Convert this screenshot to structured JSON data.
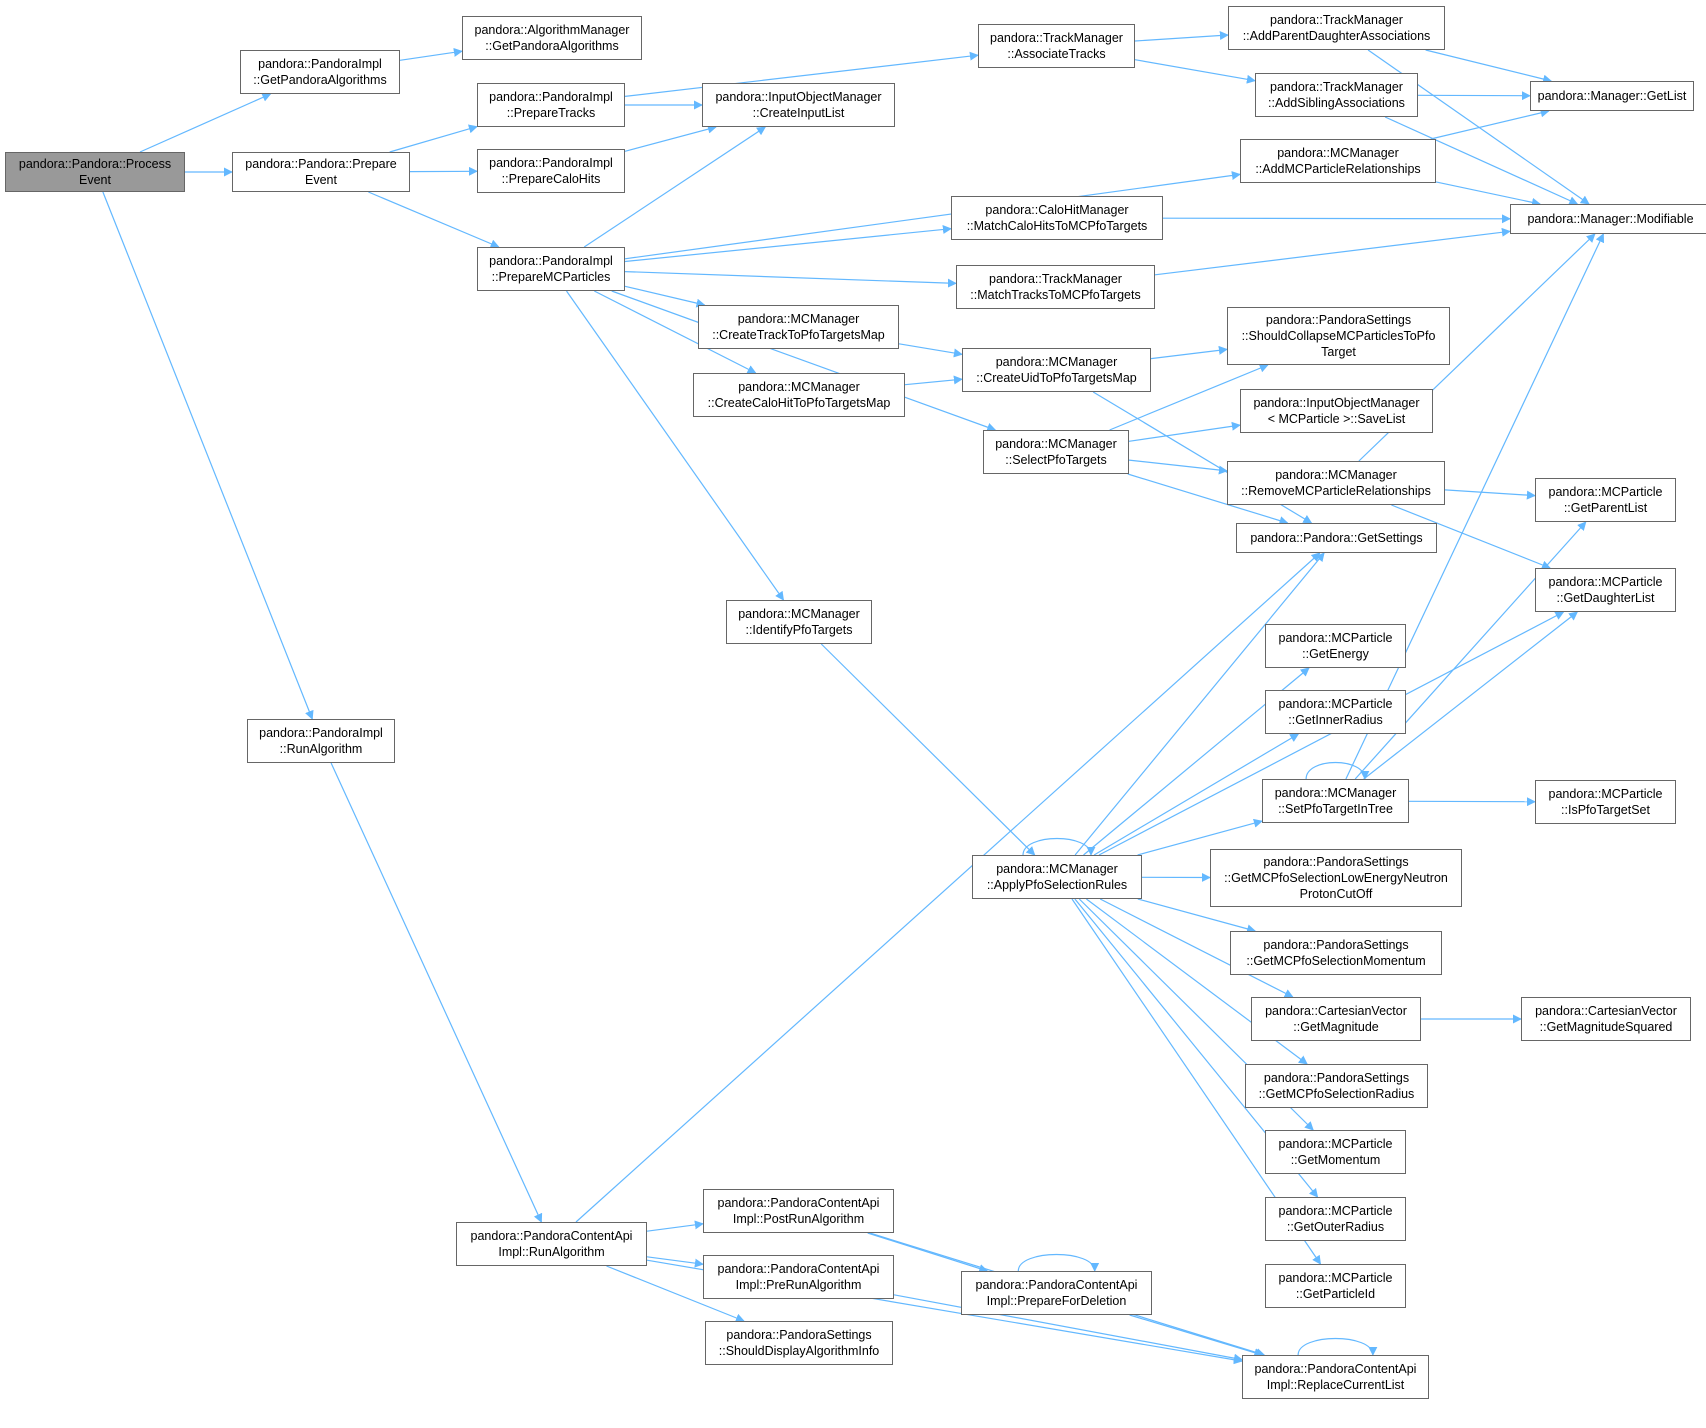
{
  "colors": {
    "edge": "#63b8ff",
    "node_border": "#666666",
    "node_fill": "#ffffff",
    "root_fill": "#999999",
    "text": "#000000"
  },
  "nodes": [
    {
      "id": "processevent",
      "lines": [
        "pandora::Pandora::Process",
        "Event"
      ],
      "root": true
    },
    {
      "id": "getpandoraalgorithms-impl",
      "lines": [
        "pandora::PandoraImpl",
        "::GetPandoraAlgorithms"
      ]
    },
    {
      "id": "getpandoraalgorithms-mgr",
      "lines": [
        "pandora::AlgorithmManager",
        "::GetPandoraAlgorithms"
      ]
    },
    {
      "id": "prepareevent",
      "lines": [
        "pandora::Pandora::Prepare",
        "Event"
      ]
    },
    {
      "id": "preparetracks",
      "lines": [
        "pandora::PandoraImpl",
        "::PrepareTracks"
      ]
    },
    {
      "id": "preparecalohits",
      "lines": [
        "pandora::PandoraImpl",
        "::PrepareCaloHits"
      ]
    },
    {
      "id": "preparemcparticles",
      "lines": [
        "pandora::PandoraImpl",
        "::PrepareMCParticles"
      ]
    },
    {
      "id": "runalgorithm-impl",
      "lines": [
        "pandora::PandoraImpl",
        "::RunAlgorithm"
      ]
    },
    {
      "id": "createinputlist",
      "lines": [
        "pandora::InputObjectManager",
        "::CreateInputList"
      ]
    },
    {
      "id": "associatetracks",
      "lines": [
        "pandora::TrackManager",
        "::AssociateTracks"
      ]
    },
    {
      "id": "addparentdaughter",
      "lines": [
        "pandora::TrackManager",
        "::AddParentDaughterAssociations"
      ]
    },
    {
      "id": "addsibling",
      "lines": [
        "pandora::TrackManager",
        "::AddSiblingAssociations"
      ]
    },
    {
      "id": "getlist",
      "lines": [
        "pandora::Manager::GetList"
      ]
    },
    {
      "id": "addmcparticlerel",
      "lines": [
        "pandora::MCManager",
        "::AddMCParticleRelationships"
      ]
    },
    {
      "id": "modifiable",
      "lines": [
        "pandora::Manager::Modifiable"
      ]
    },
    {
      "id": "matchcalohits",
      "lines": [
        "pandora::CaloHitManager",
        "::MatchCaloHitsToMCPfoTargets"
      ]
    },
    {
      "id": "matchtracks",
      "lines": [
        "pandora::TrackManager",
        "::MatchTracksToMCPfoTargets"
      ]
    },
    {
      "id": "createtracktopfo",
      "lines": [
        "pandora::MCManager",
        "::CreateTrackToPfoTargetsMap"
      ]
    },
    {
      "id": "createcalohittopfo",
      "lines": [
        "pandora::MCManager",
        "::CreateCaloHitToPfoTargetsMap"
      ]
    },
    {
      "id": "createuidtopfo",
      "lines": [
        "pandora::MCManager",
        "::CreateUidToPfoTargetsMap"
      ]
    },
    {
      "id": "shouldcollapse",
      "lines": [
        "pandora::PandoraSettings",
        "::ShouldCollapseMCParticlesToPfo",
        "Target"
      ]
    },
    {
      "id": "savelist",
      "lines": [
        "pandora::InputObjectManager",
        "< MCParticle >::SaveList"
      ]
    },
    {
      "id": "selectpfotargets",
      "lines": [
        "pandora::MCManager",
        "::SelectPfoTargets"
      ]
    },
    {
      "id": "removemcparticlerel",
      "lines": [
        "pandora::MCManager",
        "::RemoveMCParticleRelationships"
      ]
    },
    {
      "id": "getparentlist",
      "lines": [
        "pandora::MCParticle",
        "::GetParentList"
      ]
    },
    {
      "id": "getsettings",
      "lines": [
        "pandora::Pandora::GetSettings"
      ]
    },
    {
      "id": "getdaughterlist",
      "lines": [
        "pandora::MCParticle",
        "::GetDaughterList"
      ]
    },
    {
      "id": "identifypfotargets",
      "lines": [
        "pandora::MCManager",
        "::IdentifyPfoTargets"
      ]
    },
    {
      "id": "getenergy",
      "lines": [
        "pandora::MCParticle",
        "::GetEnergy"
      ]
    },
    {
      "id": "getinnerradius",
      "lines": [
        "pandora::MCParticle",
        "::GetInnerRadius"
      ]
    },
    {
      "id": "setpfotargetintree",
      "lines": [
        "pandora::MCManager",
        "::SetPfoTargetInTree"
      ]
    },
    {
      "id": "ispfotargetset",
      "lines": [
        "pandora::MCParticle",
        "::IsPfoTargetSet"
      ]
    },
    {
      "id": "applypfoselection",
      "lines": [
        "pandora::MCManager",
        "::ApplyPfoSelectionRules"
      ]
    },
    {
      "id": "lowenergyneutron",
      "lines": [
        "pandora::PandoraSettings",
        "::GetMCPfoSelectionLowEnergyNeutron",
        "ProtonCutOff"
      ]
    },
    {
      "id": "selectionmomentum",
      "lines": [
        "pandora::PandoraSettings",
        "::GetMCPfoSelectionMomentum"
      ]
    },
    {
      "id": "getmagnitude",
      "lines": [
        "pandora::CartesianVector",
        "::GetMagnitude"
      ]
    },
    {
      "id": "getmagnitudesquared",
      "lines": [
        "pandora::CartesianVector",
        "::GetMagnitudeSquared"
      ]
    },
    {
      "id": "selectionradius",
      "lines": [
        "pandora::PandoraSettings",
        "::GetMCPfoSelectionRadius"
      ]
    },
    {
      "id": "getmomentum",
      "lines": [
        "pandora::MCParticle",
        "::GetMomentum"
      ]
    },
    {
      "id": "getouterradius",
      "lines": [
        "pandora::MCParticle",
        "::GetOuterRadius"
      ]
    },
    {
      "id": "getparticleid",
      "lines": [
        "pandora::MCParticle",
        "::GetParticleId"
      ]
    },
    {
      "id": "contentapi-runalgorithm",
      "lines": [
        "pandora::PandoraContentApi",
        "Impl::RunAlgorithm"
      ]
    },
    {
      "id": "postrunalgorithm",
      "lines": [
        "pandora::PandoraContentApi",
        "Impl::PostRunAlgorithm"
      ]
    },
    {
      "id": "prerunalgorithm",
      "lines": [
        "pandora::PandoraContentApi",
        "Impl::PreRunAlgorithm"
      ]
    },
    {
      "id": "shoulddisplayalgo",
      "lines": [
        "pandora::PandoraSettings",
        "::ShouldDisplayAlgorithmInfo"
      ]
    },
    {
      "id": "preparefordeletion",
      "lines": [
        "pandora::PandoraContentApi",
        "Impl::PrepareForDeletion"
      ]
    },
    {
      "id": "replacecurrentlist",
      "lines": [
        "pandora::PandoraContentApi",
        "Impl::ReplaceCurrentList"
      ]
    }
  ],
  "edges": [
    [
      "processevent",
      "getpandoraalgorithms-impl"
    ],
    [
      "processevent",
      "prepareevent"
    ],
    [
      "processevent",
      "runalgorithm-impl"
    ],
    [
      "getpandoraalgorithms-impl",
      "getpandoraalgorithms-mgr"
    ],
    [
      "prepareevent",
      "preparetracks"
    ],
    [
      "prepareevent",
      "preparecalohits"
    ],
    [
      "prepareevent",
      "preparemcparticles"
    ],
    [
      "preparetracks",
      "createinputlist"
    ],
    [
      "preparetracks",
      "associatetracks"
    ],
    [
      "preparecalohits",
      "createinputlist"
    ],
    [
      "preparemcparticles",
      "createinputlist"
    ],
    [
      "preparemcparticles",
      "addmcparticlerel"
    ],
    [
      "preparemcparticles",
      "matchcalohits"
    ],
    [
      "preparemcparticles",
      "matchtracks"
    ],
    [
      "preparemcparticles",
      "createtracktopfo"
    ],
    [
      "preparemcparticles",
      "createcalohittopfo"
    ],
    [
      "preparemcparticles",
      "selectpfotargets"
    ],
    [
      "preparemcparticles",
      "identifypfotargets"
    ],
    [
      "associatetracks",
      "addparentdaughter"
    ],
    [
      "associatetracks",
      "addsibling"
    ],
    [
      "addparentdaughter",
      "getlist"
    ],
    [
      "addparentdaughter",
      "modifiable"
    ],
    [
      "addsibling",
      "getlist"
    ],
    [
      "addsibling",
      "modifiable"
    ],
    [
      "addmcparticlerel",
      "getlist"
    ],
    [
      "addmcparticlerel",
      "modifiable"
    ],
    [
      "matchcalohits",
      "modifiable"
    ],
    [
      "matchtracks",
      "modifiable"
    ],
    [
      "createtracktopfo",
      "createuidtopfo"
    ],
    [
      "createcalohittopfo",
      "createuidtopfo"
    ],
    [
      "createuidtopfo",
      "shouldcollapse"
    ],
    [
      "createuidtopfo",
      "getsettings"
    ],
    [
      "selectpfotargets",
      "shouldcollapse"
    ],
    [
      "selectpfotargets",
      "savelist"
    ],
    [
      "selectpfotargets",
      "removemcparticlerel"
    ],
    [
      "selectpfotargets",
      "getsettings"
    ],
    [
      "removemcparticlerel",
      "modifiable"
    ],
    [
      "removemcparticlerel",
      "getparentlist"
    ],
    [
      "removemcparticlerel",
      "getdaughterlist"
    ],
    [
      "identifypfotargets",
      "applypfoselection"
    ],
    [
      "applypfoselection",
      "applypfoselection"
    ],
    [
      "applypfoselection",
      "getsettings"
    ],
    [
      "applypfoselection",
      "getdaughterlist"
    ],
    [
      "applypfoselection",
      "getenergy"
    ],
    [
      "applypfoselection",
      "getinnerradius"
    ],
    [
      "applypfoselection",
      "setpfotargetintree"
    ],
    [
      "applypfoselection",
      "lowenergyneutron"
    ],
    [
      "applypfoselection",
      "selectionmomentum"
    ],
    [
      "applypfoselection",
      "getmagnitude"
    ],
    [
      "applypfoselection",
      "selectionradius"
    ],
    [
      "applypfoselection",
      "getmomentum"
    ],
    [
      "applypfoselection",
      "getouterradius"
    ],
    [
      "applypfoselection",
      "getparticleid"
    ],
    [
      "setpfotargetintree",
      "setpfotargetintree"
    ],
    [
      "setpfotargetintree",
      "getparentlist"
    ],
    [
      "setpfotargetintree",
      "getdaughterlist"
    ],
    [
      "setpfotargetintree",
      "ispfotargetset"
    ],
    [
      "setpfotargetintree",
      "modifiable"
    ],
    [
      "getmagnitude",
      "getmagnitudesquared"
    ],
    [
      "runalgorithm-impl",
      "contentapi-runalgorithm"
    ],
    [
      "contentapi-runalgorithm",
      "getsettings"
    ],
    [
      "contentapi-runalgorithm",
      "postrunalgorithm"
    ],
    [
      "contentapi-runalgorithm",
      "prerunalgorithm"
    ],
    [
      "contentapi-runalgorithm",
      "shoulddisplayalgo"
    ],
    [
      "contentapi-runalgorithm",
      "replacecurrentlist"
    ],
    [
      "postrunalgorithm",
      "preparefordeletion"
    ],
    [
      "postrunalgorithm",
      "replacecurrentlist"
    ],
    [
      "prerunalgorithm",
      "replacecurrentlist"
    ],
    [
      "preparefordeletion",
      "preparefordeletion"
    ],
    [
      "preparefordeletion",
      "replacecurrentlist"
    ],
    [
      "replacecurrentlist",
      "replacecurrentlist"
    ]
  ]
}
